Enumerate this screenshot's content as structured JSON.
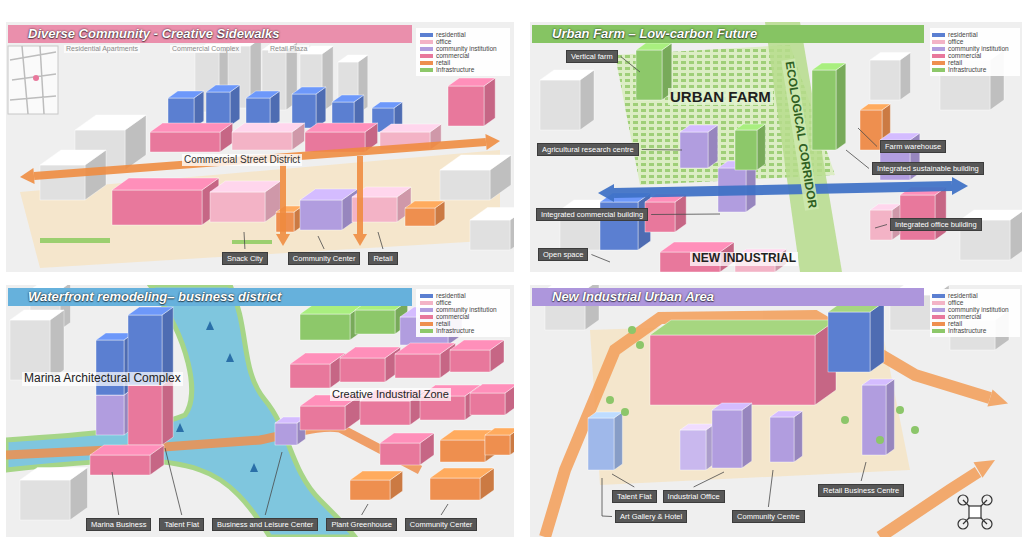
{
  "diagram": {
    "nodes": [
      {
        "text": [
          "Diverse Community - Creative Sidewalks"
        ]
      },
      {
        "text": [
          "Snack City"
        ],
        "in": 0
      },
      {
        "text": [
          "Community Center"
        ],
        "in": 0
      },
      {
        "text": [
          "Retail"
        ],
        "in": 0
      },
      {
        "text": [
          "Urban Farm – Low-carbon Future"
        ]
      },
      {
        "text": [
          "Vertical farm"
        ],
        "in": 4
      },
      {
        "text": [
          "Agricultural research centre"
        ],
        "in": 4
      },
      {
        "text": [
          "Farm warehouse"
        ],
        "in": 4
      },
      {
        "text": [
          "Integrated sustainable building"
        ],
        "in": 4
      },
      {
        "text": [
          "Integrated commercial building"
        ],
        "in": 4
      },
      {
        "text": [
          "Integrated office building"
        ],
        "in": 4
      },
      {
        "text": [
          "Open space"
        ],
        "in": 4
      },
      {
        "text": [
          "Waterfront remodeling– business district"
        ]
      },
      {
        "text": [
          "Marina Business"
        ],
        "in": 12
      },
      {
        "text": [
          "Talent Flat"
        ],
        "in": 12
      },
      {
        "text": [
          "Business and Leisure Center"
        ],
        "in": 12
      },
      {
        "text": [
          "Plant Greenhouse"
        ],
        "in": 12
      },
      {
        "text": [
          "Community Center"
        ],
        "in": 12
      },
      {
        "text": [
          "New Industrial Urban Area"
        ]
      },
      {
        "text": [
          "Talent Flat"
        ],
        "in": 18
      },
      {
        "text": [
          "Industrial Office"
        ],
        "in": 18
      },
      {
        "text": [
          "Retail Business Centre"
        ],
        "in": 18
      },
      {
        "text": [
          "Art Gallery & Hotel"
        ],
        "in": 18
      },
      {
        "text": [
          "Community Centre"
        ],
        "in": 18
      }
    ],
    "labels": [
      "Residential Apartments",
      "Commercial Complex",
      "Retail Plaza",
      "Commercial Street District",
      "URBAN FARM",
      "ECOLOGICAL CORRIDOR",
      "NEW INDUSTRIAL",
      "Marina Architectural Complex",
      "Creative Industrial Zone"
    ],
    "legend": [
      {
        "text": "residential",
        "color": "#5b7fd1"
      },
      {
        "text": "office",
        "color": "#f3b3c6"
      },
      {
        "text": "community institution",
        "color": "#b19ddf"
      },
      {
        "text": "commercial",
        "color": "#e8789c"
      },
      {
        "text": "retail",
        "color": "#ee8f4f"
      },
      {
        "text": "Infrastructure",
        "color": "#8dc86a"
      },
      {
        "text": "residential",
        "color": "#5b7fd1"
      },
      {
        "text": "office",
        "color": "#f3b3c6"
      },
      {
        "text": "community institution",
        "color": "#b19ddf"
      },
      {
        "text": "commercial",
        "color": "#e8789c"
      },
      {
        "text": "retail",
        "color": "#ee8f4f"
      },
      {
        "text": "Infrastructure",
        "color": "#8dc86a"
      },
      {
        "text": "residential",
        "color": "#5b7fd1"
      },
      {
        "text": "office",
        "color": "#f3b3c6"
      },
      {
        "text": "community institution",
        "color": "#b19ddf"
      },
      {
        "text": "commercial",
        "color": "#e8789c"
      },
      {
        "text": "retail",
        "color": "#ee8f4f"
      },
      {
        "text": "Infrastructure",
        "color": "#8dc86a"
      },
      {
        "text": "residential",
        "color": "#5b7fd1"
      },
      {
        "text": "office",
        "color": "#f3b3c6"
      },
      {
        "text": "community institution",
        "color": "#b19ddf"
      },
      {
        "text": "commercial",
        "color": "#e8789c"
      },
      {
        "text": "retail",
        "color": "#ee8f4f"
      },
      {
        "text": "Infrastructure",
        "color": "#8dc86a"
      }
    ]
  }
}
